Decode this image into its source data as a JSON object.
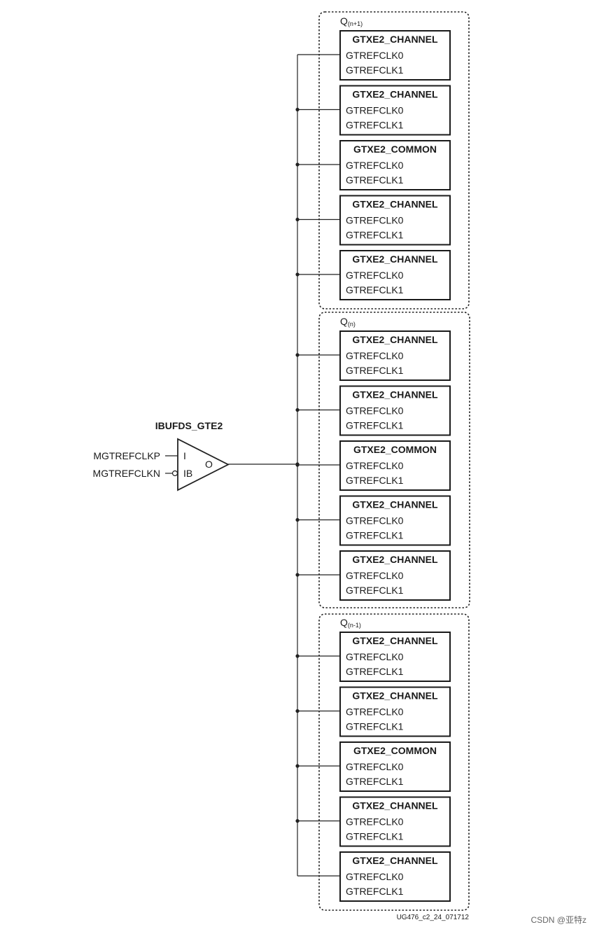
{
  "buffer": {
    "title": "IBUFDS_GTE2",
    "input_p": "MGTREFCLKP",
    "input_n": "MGTREFCLKN",
    "pin_i": "I",
    "pin_ib": "IB",
    "pin_o": "O"
  },
  "quads": [
    {
      "label_main": "Q",
      "label_sub": "(n+1)",
      "blocks": [
        {
          "title": "GTXE2_CHANNEL",
          "port0": "GTREFCLK0",
          "port1": "GTREFCLK1"
        },
        {
          "title": "GTXE2_CHANNEL",
          "port0": "GTREFCLK0",
          "port1": "GTREFCLK1"
        },
        {
          "title": "GTXE2_COMMON",
          "port0": "GTREFCLK0",
          "port1": "GTREFCLK1"
        },
        {
          "title": "GTXE2_CHANNEL",
          "port0": "GTREFCLK0",
          "port1": "GTREFCLK1"
        },
        {
          "title": "GTXE2_CHANNEL",
          "port0": "GTREFCLK0",
          "port1": "GTREFCLK1"
        }
      ]
    },
    {
      "label_main": "Q",
      "label_sub": "(n)",
      "blocks": [
        {
          "title": "GTXE2_CHANNEL",
          "port0": "GTREFCLK0",
          "port1": "GTREFCLK1"
        },
        {
          "title": "GTXE2_CHANNEL",
          "port0": "GTREFCLK0",
          "port1": "GTREFCLK1"
        },
        {
          "title": "GTXE2_COMMON",
          "port0": "GTREFCLK0",
          "port1": "GTREFCLK1"
        },
        {
          "title": "GTXE2_CHANNEL",
          "port0": "GTREFCLK0",
          "port1": "GTREFCLK1"
        },
        {
          "title": "GTXE2_CHANNEL",
          "port0": "GTREFCLK0",
          "port1": "GTREFCLK1"
        }
      ]
    },
    {
      "label_main": "Q",
      "label_sub": "(n-1)",
      "blocks": [
        {
          "title": "GTXE2_CHANNEL",
          "port0": "GTREFCLK0",
          "port1": "GTREFCLK1"
        },
        {
          "title": "GTXE2_CHANNEL",
          "port0": "GTREFCLK0",
          "port1": "GTREFCLK1"
        },
        {
          "title": "GTXE2_COMMON",
          "port0": "GTREFCLK0",
          "port1": "GTREFCLK1"
        },
        {
          "title": "GTXE2_CHANNEL",
          "port0": "GTREFCLK0",
          "port1": "GTREFCLK1"
        },
        {
          "title": "GTXE2_CHANNEL",
          "port0": "GTREFCLK0",
          "port1": "GTREFCLK1"
        }
      ]
    }
  ],
  "figure_id": "UG476_c2_24_071712",
  "watermark": "CSDN @亚特z"
}
